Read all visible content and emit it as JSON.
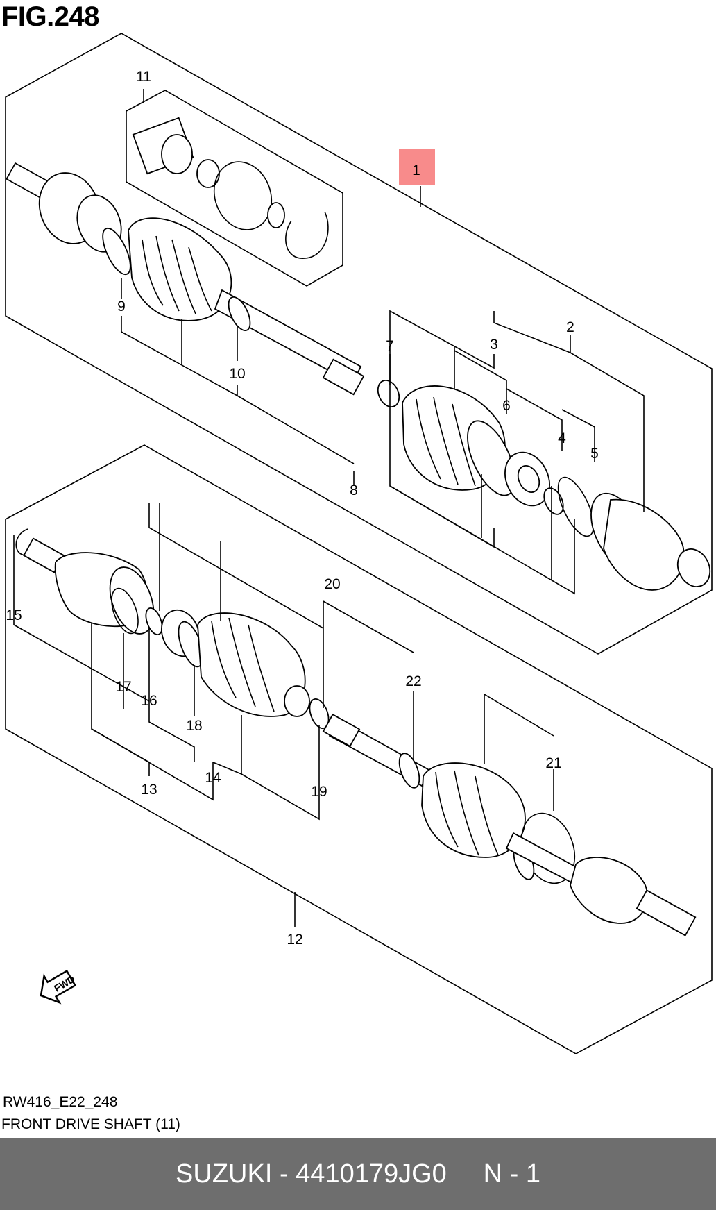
{
  "figure": {
    "title": "FIG.248",
    "reference_code": "RW416_E22_248",
    "caption": "FRONT DRIVE SHAFT (11)"
  },
  "highlight_color": "#f88b8b",
  "callouts": [
    {
      "id": "c1",
      "label": "1",
      "highlighted": true
    },
    {
      "id": "c2",
      "label": "2"
    },
    {
      "id": "c3",
      "label": "3"
    },
    {
      "id": "c4",
      "label": "4"
    },
    {
      "id": "c5",
      "label": "5"
    },
    {
      "id": "c6",
      "label": "6"
    },
    {
      "id": "c7",
      "label": "7"
    },
    {
      "id": "c8",
      "label": "8"
    },
    {
      "id": "c9",
      "label": "9"
    },
    {
      "id": "c10",
      "label": "10"
    },
    {
      "id": "c11",
      "label": "11"
    },
    {
      "id": "c12",
      "label": "12"
    },
    {
      "id": "c13",
      "label": "13"
    },
    {
      "id": "c14",
      "label": "14"
    },
    {
      "id": "c15",
      "label": "15"
    },
    {
      "id": "c16",
      "label": "16"
    },
    {
      "id": "c17",
      "label": "17"
    },
    {
      "id": "c18",
      "label": "18"
    },
    {
      "id": "c19",
      "label": "19"
    },
    {
      "id": "c20",
      "label": "20"
    },
    {
      "id": "c21",
      "label": "21"
    },
    {
      "id": "c22",
      "label": "22"
    }
  ],
  "fwd_label": "FWD",
  "footer": {
    "brand": "SUZUKI",
    "separator": " - ",
    "part_number": "4410179JG0",
    "quantity": "N - 1"
  }
}
